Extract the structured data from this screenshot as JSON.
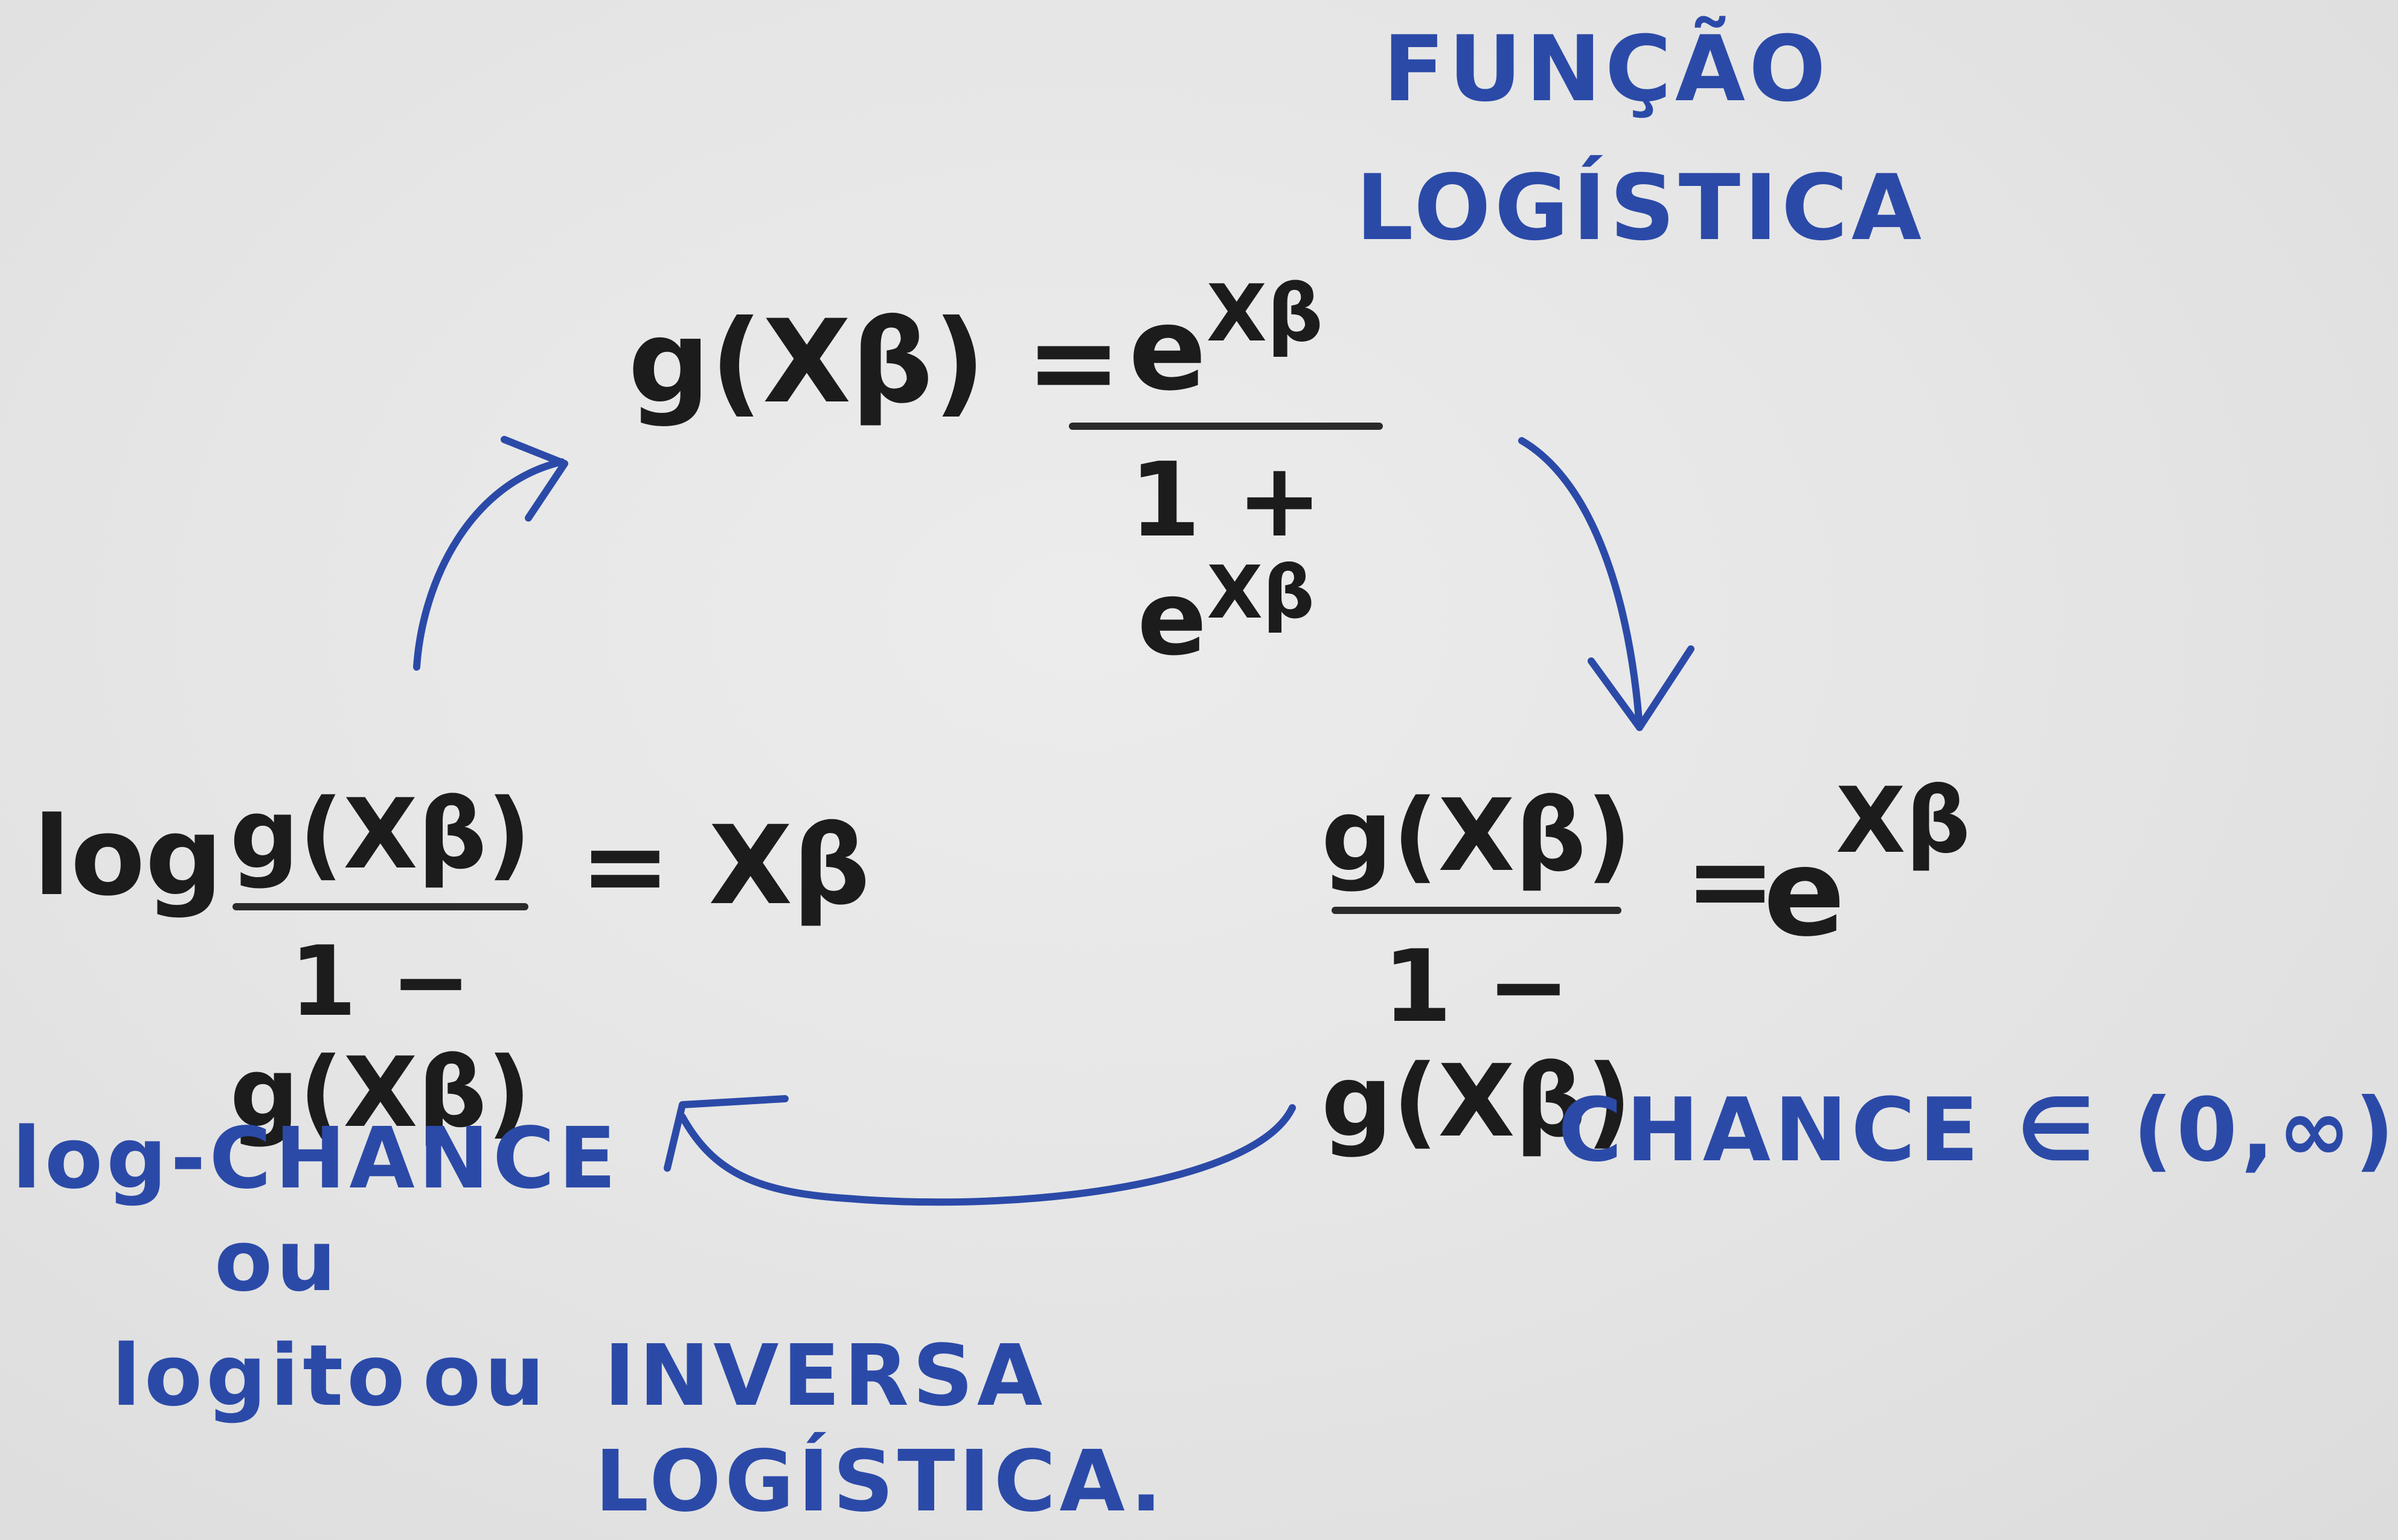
{
  "labels": {
    "funcao_line1": "FUNÇÃO",
    "funcao_line2": "LOGÍSTICA",
    "chance": "CHANCE ∈ (0,∞)",
    "logchance": "log-CHANCE",
    "ou1": "ou",
    "logito": "logito",
    "ou2": "ou",
    "inversa": "INVERSA",
    "logistica2": "LOGÍSTICA."
  },
  "formulas": {
    "top": {
      "lhs": "g(Xβ) =",
      "num_base": "e",
      "num_exp": "Xβ",
      "den_base": "1 + e",
      "den_exp": "Xβ"
    },
    "right": {
      "num": "g(Xβ)",
      "den": "1 − g(Xβ)",
      "rhs_eq": "=",
      "rhs_base": "e",
      "rhs_exp": "Xβ"
    },
    "left": {
      "log": "log",
      "num": "g(Xβ)",
      "den": "1 − g(Xβ)",
      "rhs": "= Xβ"
    }
  },
  "colors": {
    "ink_black": "#1c1c1c",
    "ink_blue": "#2b4aa8",
    "board": "#e6e6e6"
  }
}
